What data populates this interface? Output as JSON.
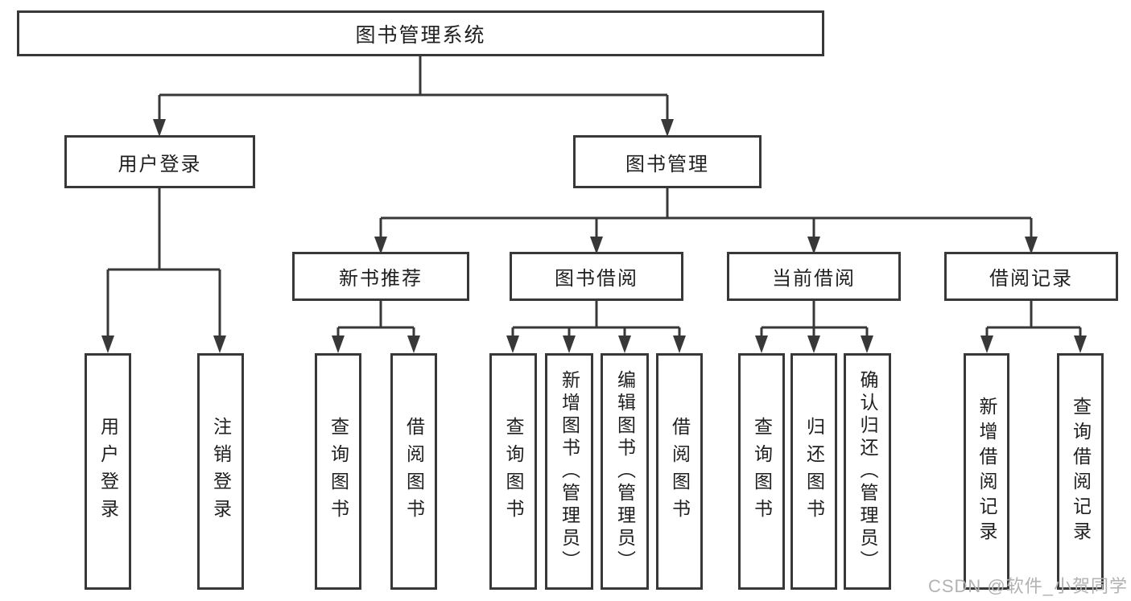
{
  "nodes": {
    "root": "图书管理系统",
    "user_login": "用户登录",
    "book_mgmt": "图书管理",
    "login": "用户登录",
    "logout": "注销登录",
    "new_book_rec": "新书推荐",
    "book_borrow": "图书借阅",
    "current_borrow": "当前借阅",
    "borrow_record": "借阅记录",
    "rec_query_book": "查询图书",
    "rec_borrow_book": "借阅图书",
    "bb_query_book": "查询图书",
    "bb_add_book": "新增图书（管理员）",
    "bb_edit_book": "编辑图书（管理员）",
    "bb_borrow_book": "借阅图书",
    "cb_query_book": "查询图书",
    "cb_return_book": "归还图书",
    "cb_confirm_return": "确认归还（管理员）",
    "br_add_record": "新增借阅记录",
    "br_query_record": "查询借阅记录"
  },
  "watermark": {
    "text": "CSDN @软件_小贺同学"
  },
  "colors": {
    "line": "#383838",
    "box_border": "#383838",
    "box_background": "#ffffff",
    "page_background": "#ffffff",
    "text": "#1f1f1f",
    "watermark": "#b2b2b2"
  }
}
